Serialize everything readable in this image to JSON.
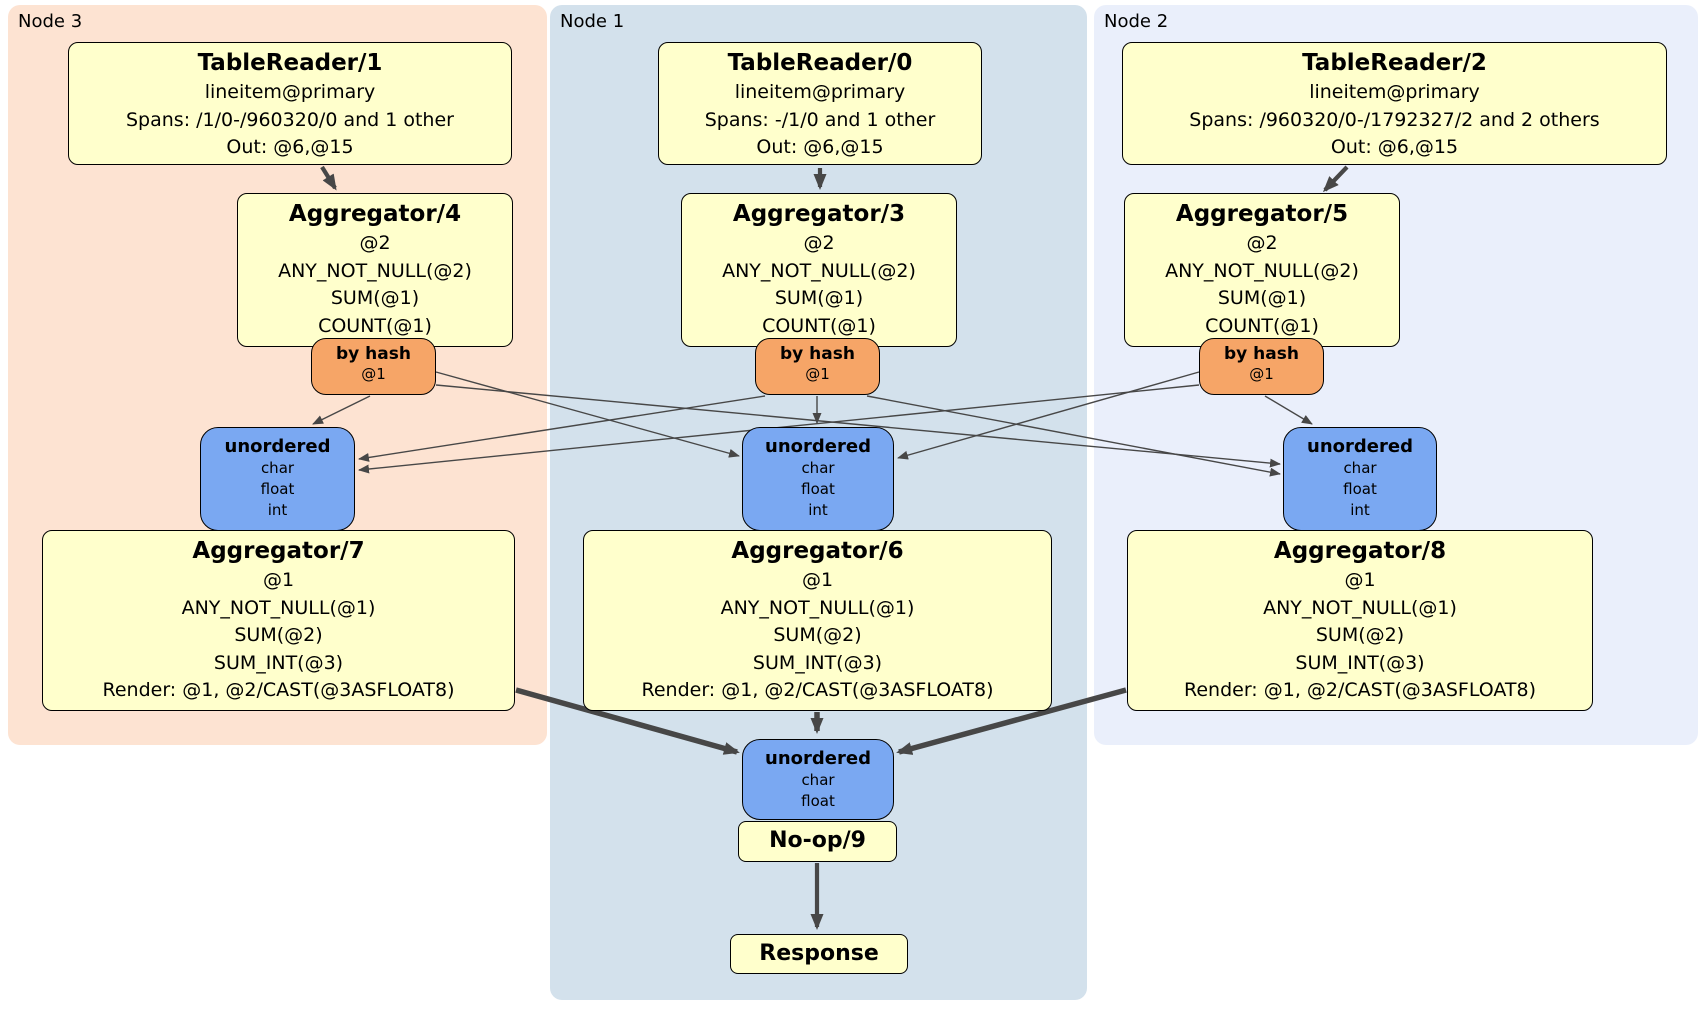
{
  "colors": {
    "region-node3": "#fde3d2",
    "region-node1": "#d3e1ec",
    "region-node2": "#eaeffb",
    "box-fill": "#ffffcc",
    "router-fill": "#f6a567",
    "sync-fill": "#7aa8f2",
    "edge": "#474747",
    "border": "#000000"
  },
  "regions": [
    {
      "id": "node3",
      "label": "Node 3"
    },
    {
      "id": "node1",
      "label": "Node 1"
    },
    {
      "id": "node2",
      "label": "Node 2"
    }
  ],
  "processors": {
    "tablereader1": {
      "title": "TableReader/1",
      "lines": [
        "lineitem@primary",
        "Spans: /1/0-/960320/0 and 1 other",
        "Out: @6,@15"
      ]
    },
    "tablereader0": {
      "title": "TableReader/0",
      "lines": [
        "lineitem@primary",
        "Spans: -/1/0 and 1 other",
        "Out: @6,@15"
      ]
    },
    "tablereader2": {
      "title": "TableReader/2",
      "lines": [
        "lineitem@primary",
        "Spans: /960320/0-/1792327/2 and 2 others",
        "Out: @6,@15"
      ]
    },
    "aggregator4": {
      "title": "Aggregator/4",
      "lines": [
        "@2",
        "ANY_NOT_NULL(@2)",
        "SUM(@1)",
        "COUNT(@1)"
      ]
    },
    "aggregator3": {
      "title": "Aggregator/3",
      "lines": [
        "@2",
        "ANY_NOT_NULL(@2)",
        "SUM(@1)",
        "COUNT(@1)"
      ]
    },
    "aggregator5": {
      "title": "Aggregator/5",
      "lines": [
        "@2",
        "ANY_NOT_NULL(@2)",
        "SUM(@1)",
        "COUNT(@1)"
      ]
    },
    "aggregator7": {
      "title": "Aggregator/7",
      "lines": [
        "@1",
        "ANY_NOT_NULL(@1)",
        "SUM(@2)",
        "SUM_INT(@3)",
        "Render: @1, @2/CAST(@3ASFLOAT8)"
      ]
    },
    "aggregator6": {
      "title": "Aggregator/6",
      "lines": [
        "@1",
        "ANY_NOT_NULL(@1)",
        "SUM(@2)",
        "SUM_INT(@3)",
        "Render: @1, @2/CAST(@3ASFLOAT8)"
      ]
    },
    "aggregator8": {
      "title": "Aggregator/8",
      "lines": [
        "@1",
        "ANY_NOT_NULL(@1)",
        "SUM(@2)",
        "SUM_INT(@3)",
        "Render: @1, @2/CAST(@3ASFLOAT8)"
      ]
    },
    "noop9": {
      "title": "No-op/9"
    },
    "response": {
      "title": "Response"
    }
  },
  "routers": [
    {
      "host": "node3",
      "title": "by hash",
      "detail": "@1"
    },
    {
      "host": "node1",
      "title": "by hash",
      "detail": "@1"
    },
    {
      "host": "node2",
      "title": "by hash",
      "detail": "@1"
    }
  ],
  "synchronizers": [
    {
      "host": "node3",
      "title": "unordered",
      "types": [
        "char",
        "float",
        "int"
      ]
    },
    {
      "host": "node1",
      "title": "unordered",
      "types": [
        "char",
        "float",
        "int"
      ]
    },
    {
      "host": "node2",
      "title": "unordered",
      "types": [
        "char",
        "float",
        "int"
      ]
    },
    {
      "host": "node1-final",
      "title": "unordered",
      "types": [
        "char",
        "float"
      ]
    }
  ],
  "edges": [
    {
      "from": "tablereader1",
      "to": "aggregator4"
    },
    {
      "from": "tablereader0",
      "to": "aggregator3"
    },
    {
      "from": "tablereader2",
      "to": "aggregator5"
    },
    {
      "from": "router-node3",
      "to": "sync-node3"
    },
    {
      "from": "router-node3",
      "to": "sync-node1"
    },
    {
      "from": "router-node3",
      "to": "sync-node2"
    },
    {
      "from": "router-node1",
      "to": "sync-node3"
    },
    {
      "from": "router-node1",
      "to": "sync-node1"
    },
    {
      "from": "router-node1",
      "to": "sync-node2"
    },
    {
      "from": "router-node2",
      "to": "sync-node3"
    },
    {
      "from": "router-node2",
      "to": "sync-node1"
    },
    {
      "from": "router-node2",
      "to": "sync-node2"
    },
    {
      "from": "aggregator7",
      "to": "sync-final"
    },
    {
      "from": "aggregator6",
      "to": "sync-final"
    },
    {
      "from": "aggregator8",
      "to": "sync-final"
    },
    {
      "from": "noop9",
      "to": "response"
    }
  ]
}
